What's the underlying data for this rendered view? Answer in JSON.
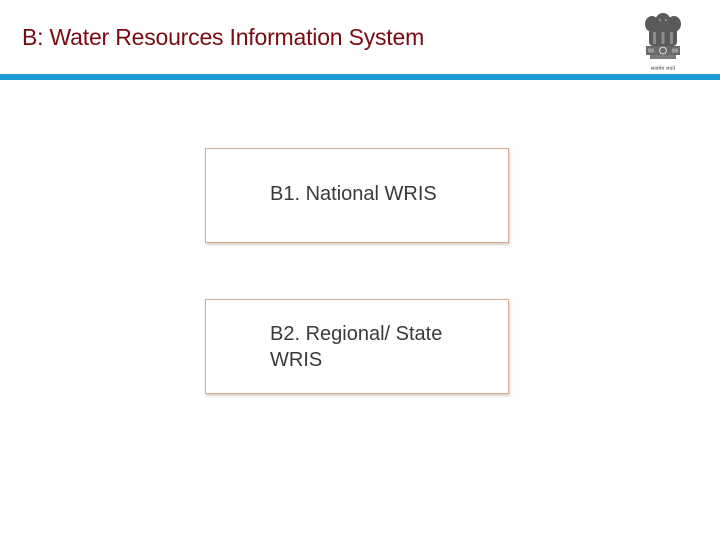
{
  "header": {
    "title": "B: Water Resources Information System",
    "emblem_icon": "state-emblem-icon",
    "emblem_caption": "सत्यमेव जयते"
  },
  "colors": {
    "title": "#7a0a12",
    "rule": "#1e9ad6",
    "box_border": "#d8ab90"
  },
  "boxes": [
    {
      "label": "B1. National WRIS"
    },
    {
      "label": "B2. Regional/ State WRIS"
    }
  ]
}
